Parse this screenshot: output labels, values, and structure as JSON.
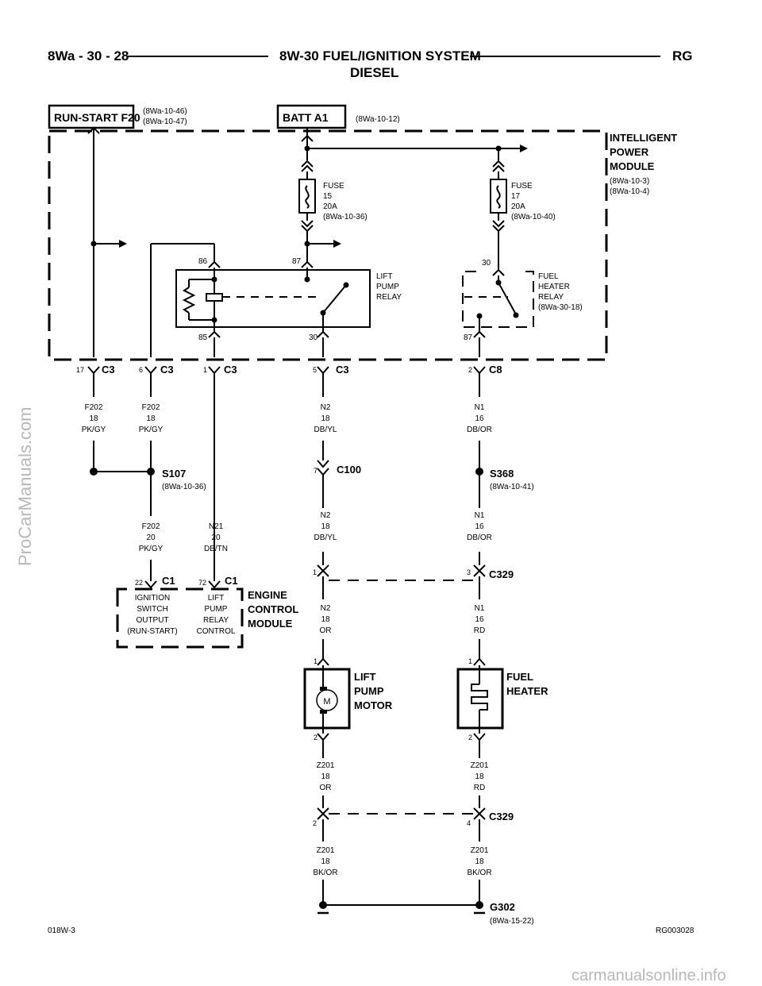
{
  "header": {
    "left": "8Wa - 30 - 28",
    "title_line1": "8W-30 FUEL/IGNITION SYSTEM",
    "title_line2": "DIESEL",
    "right": "RG"
  },
  "footer": {
    "left": "018W-3",
    "right": "RG003028"
  },
  "watermarks": {
    "side": "ProCarManuals.com",
    "bottom": "carmanualsonline.info"
  },
  "sources": {
    "run_start": {
      "label": "RUN-START F20",
      "ref1": "(8Wa-10-46)",
      "ref2": "(8Wa-10-47)"
    },
    "batt": {
      "label": "BATT A1",
      "ref": "(8Wa-10-12)"
    }
  },
  "ipm": {
    "l1": "INTELLIGENT",
    "l2": "POWER",
    "l3": "MODULE",
    "ref1": "(8Wa-10-3)",
    "ref2": "(8Wa-10-4)"
  },
  "fuse15": {
    "l1": "FUSE",
    "l2": "15",
    "l3": "20A",
    "ref": "(8Wa-10-36)"
  },
  "fuse17": {
    "l1": "FUSE",
    "l2": "17",
    "l3": "20A",
    "ref": "(8Wa-10-40)"
  },
  "lift_relay": {
    "l1": "LIFT",
    "l2": "PUMP",
    "l3": "RELAY",
    "p86": "86",
    "p87": "87",
    "p85": "85",
    "p30": "30"
  },
  "heater_relay": {
    "l1": "FUEL",
    "l2": "HEATER",
    "l3": "RELAY",
    "ref": "(8Wa-30-18)",
    "p30": "30",
    "p87": "87"
  },
  "connectors": {
    "c3_17": {
      "pin": "17",
      "name": "C3"
    },
    "c3_6": {
      "pin": "6",
      "name": "C3"
    },
    "c3_1": {
      "pin": "1",
      "name": "C3"
    },
    "c3_5": {
      "pin": "5",
      "name": "C3"
    },
    "c8_2": {
      "pin": "2",
      "name": "C8"
    },
    "c100_7": {
      "pin": "7",
      "name": "C100"
    },
    "c1_22": {
      "pin": "22",
      "name": "C1"
    },
    "c1_72": {
      "pin": "72",
      "name": "C1"
    },
    "c329_1": {
      "pin": "1"
    },
    "c329_3": {
      "pin": "3",
      "name": "C329"
    },
    "c329_2": {
      "pin": "2"
    },
    "c329_4": {
      "pin": "4",
      "name": "C329"
    },
    "lpm_1": "1",
    "lpm_2": "2",
    "fh_1": "1",
    "fh_2": "2"
  },
  "wires": {
    "w1": [
      "F202",
      "18",
      "PK/GY"
    ],
    "w2": [
      "F202",
      "18",
      "PK/GY"
    ],
    "w3": [
      "N2",
      "18",
      "DB/YL"
    ],
    "w4": [
      "N1",
      "16",
      "DB/OR"
    ],
    "w5": [
      "F202",
      "20",
      "PK/GY"
    ],
    "w6": [
      "N21",
      "20",
      "DB/TN"
    ],
    "w7": [
      "N2",
      "18",
      "DB/YL"
    ],
    "w8": [
      "N1",
      "16",
      "DB/OR"
    ],
    "w9": [
      "N2",
      "18",
      "OR"
    ],
    "w10": [
      "N1",
      "16",
      "RD"
    ],
    "w11": [
      "Z201",
      "18",
      "OR"
    ],
    "w12": [
      "Z201",
      "18",
      "RD"
    ],
    "w13": [
      "Z201",
      "18",
      "BK/OR"
    ],
    "w14": [
      "Z201",
      "18",
      "BK/OR"
    ]
  },
  "splices": {
    "s107": {
      "name": "S107",
      "ref": "(8Wa-10-36)"
    },
    "s368": {
      "name": "S368",
      "ref": "(8Wa-10-41)"
    },
    "g302": {
      "name": "G302",
      "ref": "(8Wa-15-22)"
    }
  },
  "ecm": {
    "l1": "ENGINE",
    "l2": "CONTROL",
    "l3": "MODULE",
    "ign": [
      "IGNITION",
      "SWITCH",
      "OUTPUT",
      "(RUN-START)"
    ],
    "lift": [
      "LIFT",
      "PUMP",
      "RELAY",
      "CONTROL"
    ]
  },
  "lift_motor": {
    "l1": "LIFT",
    "l2": "PUMP",
    "l3": "MOTOR",
    "symbol": "M"
  },
  "fuel_heater": {
    "l1": "FUEL",
    "l2": "HEATER"
  }
}
